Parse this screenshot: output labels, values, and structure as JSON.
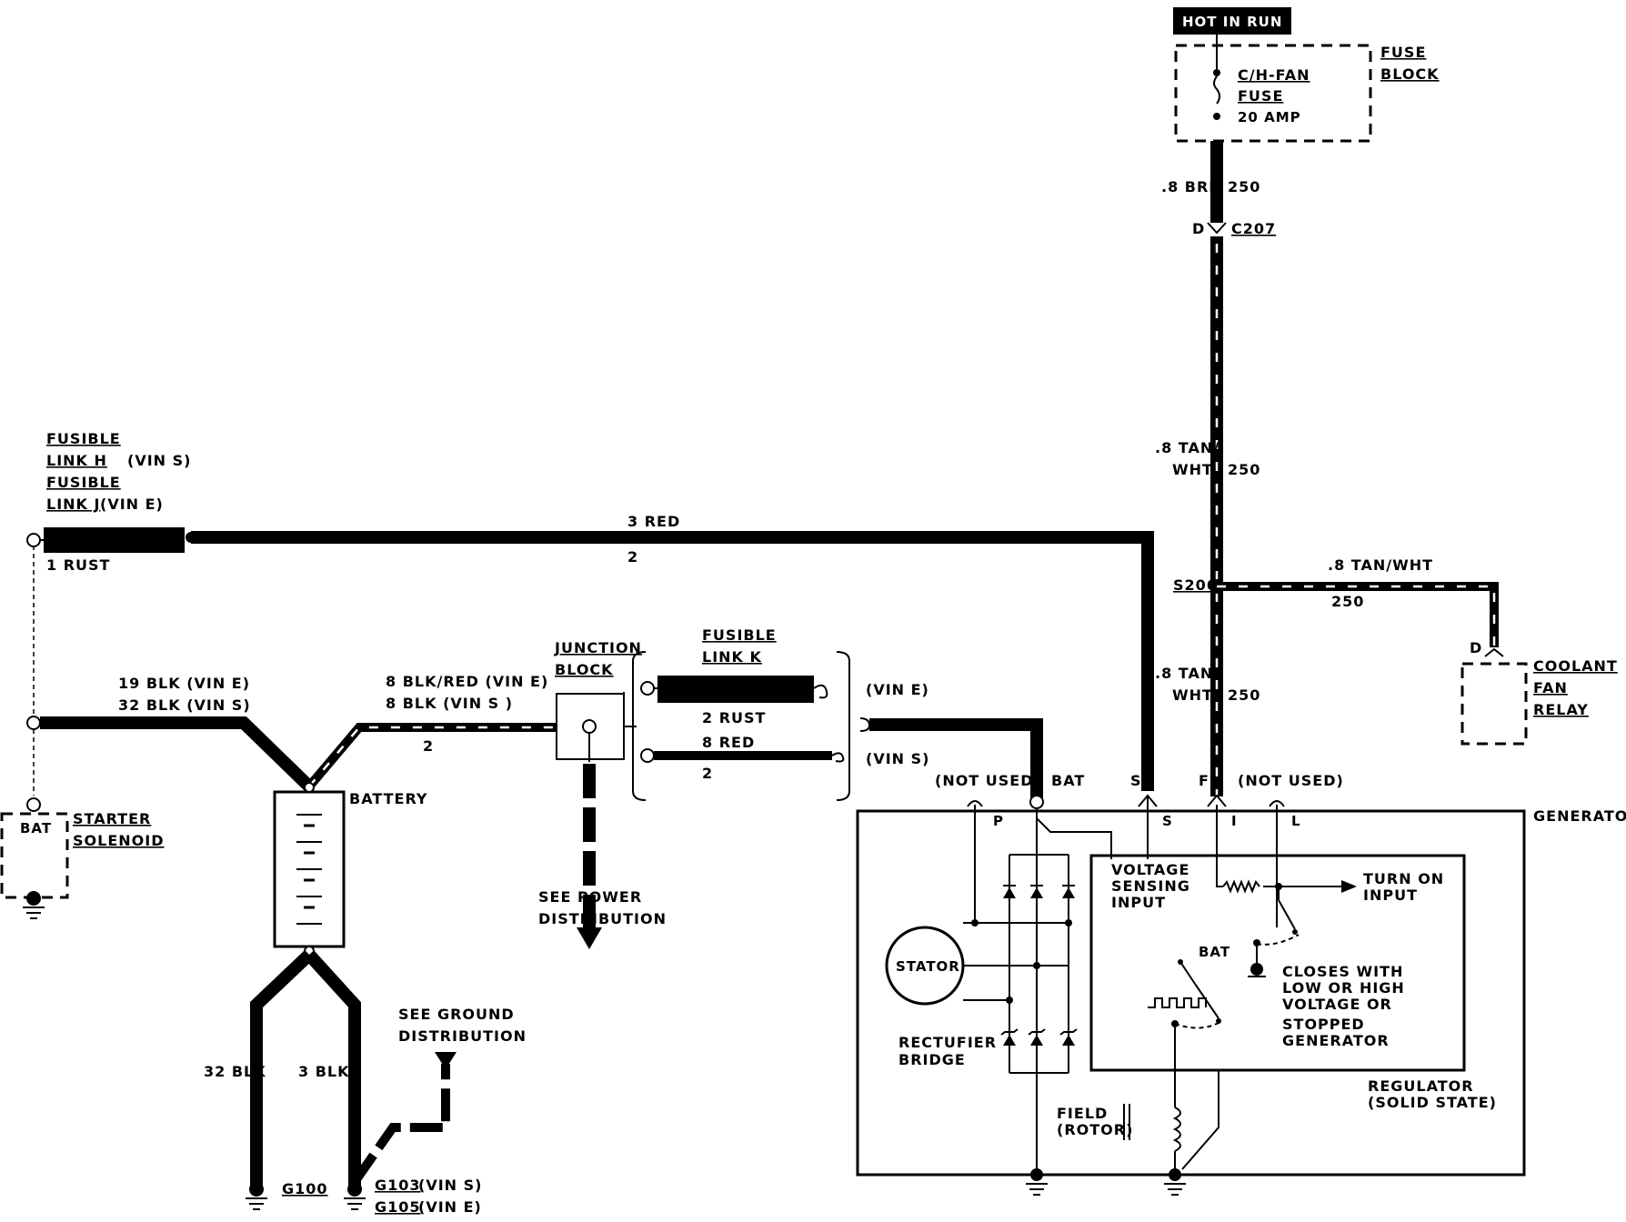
{
  "labels": {
    "hot_in_run": "HOT IN RUN",
    "fuse_block_1": "FUSE",
    "fuse_block_2": "BLOCK",
    "fuse_name_1": "C/H-FAN",
    "fuse_name_2": "FUSE",
    "fuse_rating": "20 AMP",
    "wire_brn": ".8 BRN",
    "circuit_250_a": "250",
    "conn_d_1": "D",
    "conn_c207": "C207",
    "wire_tan_wht_1a": ".8 TAN/",
    "wire_tan_wht_1b": "WHT",
    "circuit_250_b": "250",
    "splice_s206": "S206",
    "wire_tan_wht_h": ".8 TAN/WHT",
    "circuit_250_c": "250",
    "conn_d_2": "D",
    "coolant_1": "COOLANT",
    "coolant_2": "FAN",
    "coolant_3": "RELAY",
    "wire_tan_wht_2a": ".8 TAN/",
    "wire_tan_wht_2b": "WHT",
    "circuit_250_d": "250",
    "fusible_h_1": "FUSIBLE",
    "fusible_h_2": "LINK H",
    "fusible_h_vin": "(VIN S)",
    "fusible_j_1": "FUSIBLE",
    "fusible_j_2": "LINK J",
    "fusible_j_vin": "(VIN E)",
    "rust_1": "1 RUST",
    "red_3": "3 RED",
    "circuit_2_a": "2",
    "blk_19": "19 BLK (VIN E)",
    "blk_32_vins": "32 BLK (VIN S)",
    "blk_red_8": "8 BLK/RED (VIN E)",
    "blk_8": "8 BLK (VIN S )",
    "circuit_2_b": "2",
    "junction_1": "JUNCTION",
    "junction_2": "BLOCK",
    "fusible_k_1": "FUSIBLE",
    "fusible_k_2": "LINK K",
    "vin_e": "(VIN E)",
    "vin_s": "(VIN S)",
    "rust_2": "2 RUST",
    "red_8": "8 RED",
    "circuit_2_c": "2",
    "see_power_1": "SEE POWER",
    "see_power_2": "DISTRIBUTION",
    "starter_1": "STARTER",
    "starter_2": "SOLENOID",
    "bat_terminal": "BAT",
    "battery": "BATTERY",
    "blk_32": "32 BLK",
    "blk_3": "3 BLK",
    "see_ground_1": "SEE GROUND",
    "see_ground_2": "DISTRIBUTION",
    "g100": "G100",
    "g103": "G103",
    "g103_vin": "(VIN S)",
    "g105": "G105",
    "g105_vin": "(VIN E)",
    "not_used_1": "(NOT USED)",
    "bat_gen": "BAT",
    "term_s": "S",
    "term_f": "F",
    "not_used_2": "(NOT USED)",
    "generator": "GENERATOR",
    "pin_p": "P",
    "pin_s": "S",
    "pin_i": "I",
    "pin_l": "L",
    "voltage_1": "VOLTAGE",
    "voltage_2": "SENSING",
    "voltage_3": "INPUT",
    "turn_on_1": "TURN ON",
    "turn_on_2": "INPUT",
    "stator": "STATOR",
    "reg_bat": "BAT",
    "closes_1": "CLOSES WITH",
    "closes_2": "LOW OR HIGH",
    "closes_3": "VOLTAGE OR",
    "closes_4": "STOPPED",
    "closes_5": "GENERATOR",
    "rect_1": "RECTUFIER",
    "rect_2": "BRIDGE",
    "regulator_1": "REGULATOR",
    "regulator_2": "(SOLID STATE)",
    "field_1": "FIELD",
    "field_2": "(ROTOR)"
  }
}
